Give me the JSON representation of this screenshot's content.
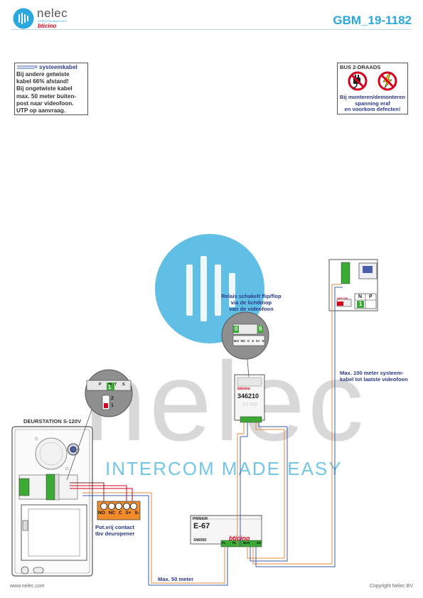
{
  "header": {
    "logo_name": "nelec",
    "logo_tagline": "INTERCOM MADE EASY",
    "logo_brand": "bticino",
    "doc_code": "GBM_19-1182"
  },
  "colors": {
    "brand_blue": "#2aa7dd",
    "watermark_blue": "#45b3e0",
    "label_blue": "#2b3a8a",
    "bticino_red": "#e3001b",
    "terminal_green": "#3aaa35",
    "terminal_orange": "#f28c28",
    "cable_orange": "#e0883a",
    "cable_blue": "#3b5fb0"
  },
  "note_left": {
    "line1": "= systeemkabel",
    "body": [
      "Bij andere getwiste",
      "kabel 66% afstand!",
      "Bij ongetwiste kabel",
      "max. 50 meter buiten-",
      "post naar videofoon.",
      "UTP op aanvraag."
    ]
  },
  "note_right": {
    "title": "BUS 2-DRAADS",
    "body": [
      "Bij monteren/demonteren",
      "spanning eraf",
      "en voorkom defecten!"
    ],
    "icons": [
      "no-plug-icon",
      "no-electricity-icon"
    ]
  },
  "watermark": {
    "brand": "nelec",
    "slogan": "INTERCOM MADE EASY"
  },
  "door_station": {
    "title": "DEURSTATION S-120V",
    "zoom_terminals": [
      "P",
      "N",
      "T",
      "S"
    ],
    "zoom_active": "1",
    "zoom_switch": [
      "2",
      "1"
    ]
  },
  "relay": {
    "caption": [
      "Relais schakelt flip/flop",
      "via de lichtknop",
      "van de videofoon"
    ],
    "zoom_left": "0",
    "zoom_right": "9",
    "zoom_bottom": [
      "NO",
      "NC",
      "C",
      "S",
      "S+",
      "S-"
    ],
    "model": "346210",
    "brand": "bticino",
    "module_label": "ST-RB"
  },
  "contact": {
    "terminals": [
      "NO",
      "NC",
      "C",
      "S+",
      "S-"
    ],
    "caption": [
      "Pot.vrij contact",
      "tbv deuropener"
    ]
  },
  "power": {
    "label": "E-67",
    "model": "346050",
    "brand": "bticino",
    "top_label": "PRIMAIR",
    "bottom_terminals": [
      "PL",
      "PL",
      "BUS",
      "2/1"
    ]
  },
  "monitor": {
    "switch_label": "OFF ON",
    "terminals": [
      "N",
      "P"
    ],
    "active": "1"
  },
  "cable_labels": {
    "max50": "Max. 50 meter",
    "max100": [
      "Max. 100 meter systeem-",
      "kabel tot laatste videofoon"
    ]
  },
  "footer": {
    "website": "www.nelec.com",
    "copyright": "Copyright Nelec BV"
  }
}
